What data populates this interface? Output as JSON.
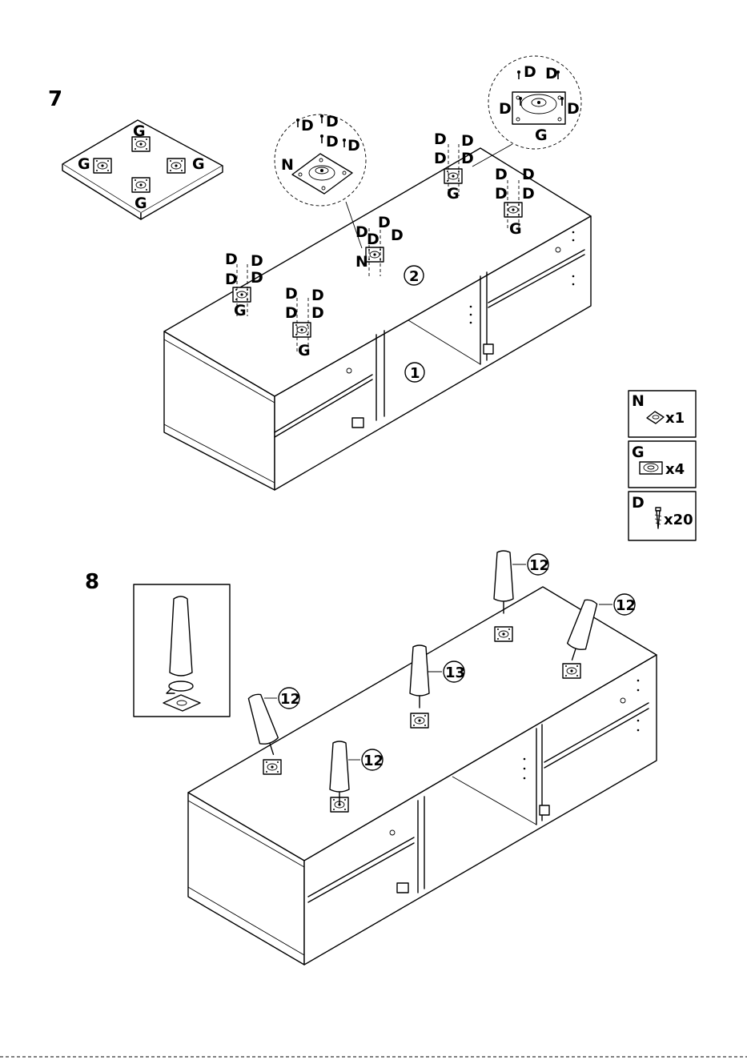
{
  "steps": [
    {
      "number": "7",
      "labels": {
        "pad_g": "G",
        "plate_n": "N",
        "screw_d": "D",
        "panel_top": "2",
        "panel_mid": "1"
      }
    },
    {
      "number": "8",
      "labels": {
        "leg_a": "12",
        "leg_b": "12",
        "leg_c": "12",
        "leg_d": "12",
        "leg_center": "13"
      }
    }
  ],
  "parts_legend": [
    {
      "letter": "N",
      "quantity": "x1",
      "icon": "mounting-plate-n-icon"
    },
    {
      "letter": "G",
      "quantity": "x4",
      "icon": "mounting-plate-g-icon"
    },
    {
      "letter": "D",
      "quantity": "x20",
      "icon": "screw-icon"
    }
  ]
}
